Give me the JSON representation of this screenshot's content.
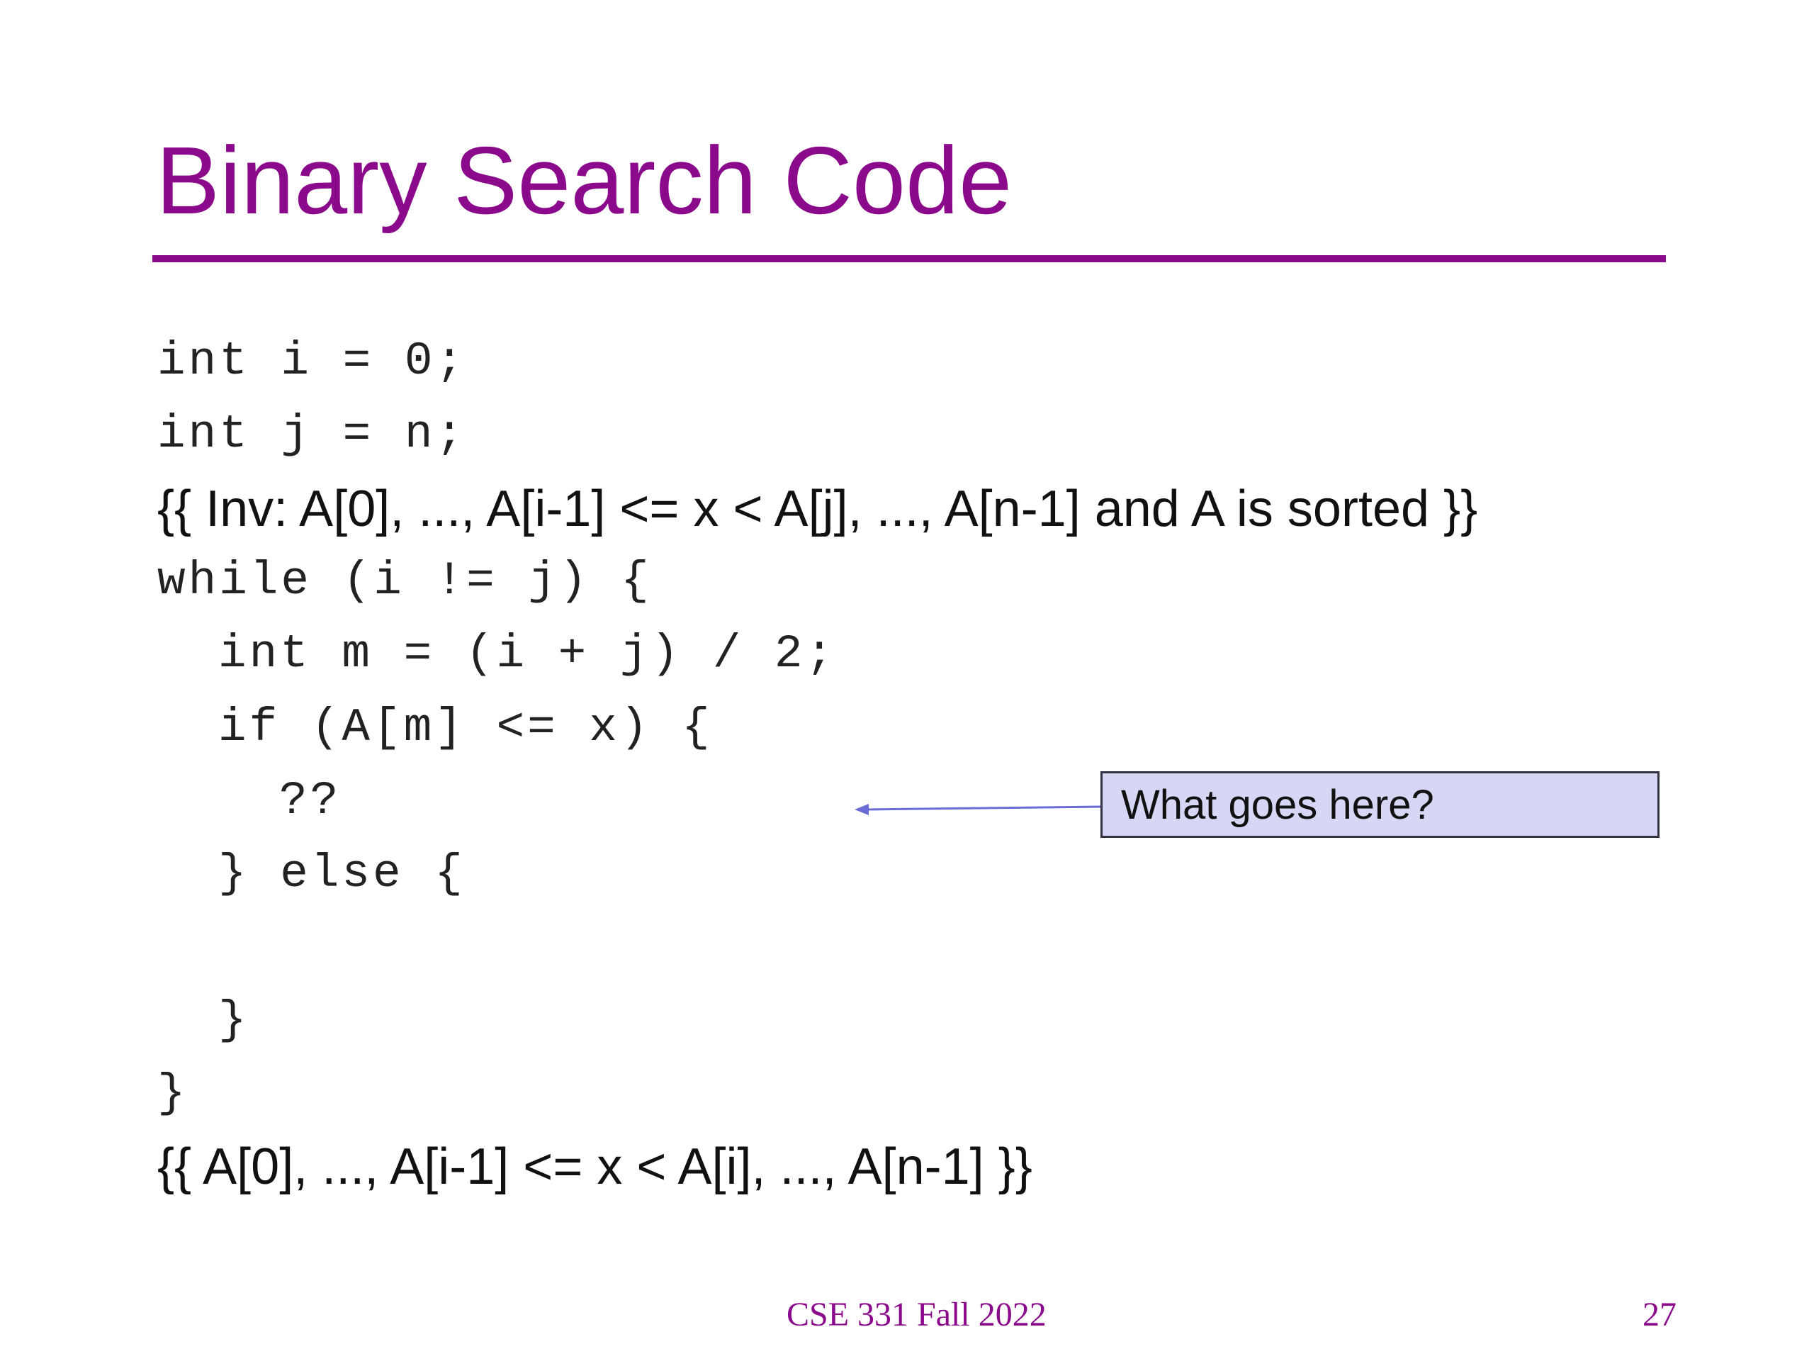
{
  "slide": {
    "title": "Binary Search Code",
    "lines": [
      {
        "kind": "code",
        "indent": 0,
        "text": "int i = 0;"
      },
      {
        "kind": "code",
        "indent": 0,
        "text": "int j = n;"
      },
      {
        "kind": "prose",
        "indent": 0,
        "text": "{{ Inv: A[0], ..., A[i-1] <= x < A[j], ..., A[n-1] and A is sorted }}"
      },
      {
        "kind": "code",
        "indent": 0,
        "text": "while (i != j) {"
      },
      {
        "kind": "code",
        "indent": 1,
        "text": "int m = (i + j) / 2;"
      },
      {
        "kind": "code",
        "indent": 1,
        "text": "if (A[m] <= x) {"
      },
      {
        "kind": "code",
        "indent": 2,
        "text": "??"
      },
      {
        "kind": "code",
        "indent": 1,
        "text": "} else {"
      },
      {
        "kind": "code",
        "indent": 1,
        "text": "}"
      },
      {
        "kind": "code",
        "indent": 0,
        "text": "}"
      },
      {
        "kind": "prose",
        "indent": 0,
        "text": "{{ A[0], ..., A[i-1] <= x < A[i], ..., A[n-1] }}"
      }
    ],
    "callout": "What goes here?",
    "footer": {
      "course": "CSE 331 Fall 2022",
      "page": "27"
    },
    "colors": {
      "accent": "#8b0a8b",
      "callout_fill": "#d6d6f5",
      "arrow": "#6b6bd6"
    }
  }
}
